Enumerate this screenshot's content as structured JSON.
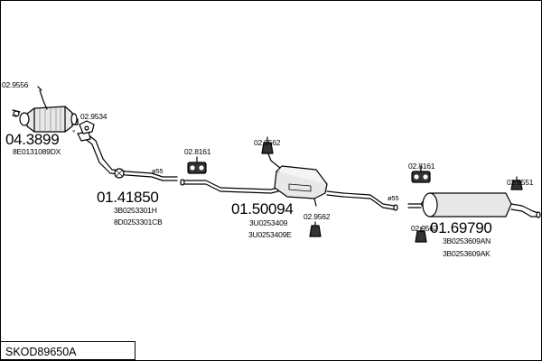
{
  "diagram": {
    "kit_code": "SKOD89650A",
    "parts": [
      {
        "number": "04.3899",
        "oe_codes": [
          "8E0131089DX"
        ]
      },
      {
        "number": "01.41850",
        "oe_codes": [
          "3B0253301H",
          "8D0253301CB"
        ]
      },
      {
        "number": "01.50094",
        "oe_codes": [
          "3U0253409",
          "3U0253409E"
        ]
      },
      {
        "number": "01.69790",
        "oe_codes": [
          "3B0253609AN",
          "3B0253609AK"
        ]
      }
    ],
    "fittings": {
      "f1": "02.9556",
      "f2": "02.9534",
      "f3": "02.8161",
      "f4": "02.9562",
      "f5": "02.9562",
      "f6": "02.8161",
      "f7": "02.9551",
      "f8": "02.9562"
    },
    "pipe_labels": [
      "ø55",
      "ø55"
    ],
    "degree_mark": "°"
  }
}
